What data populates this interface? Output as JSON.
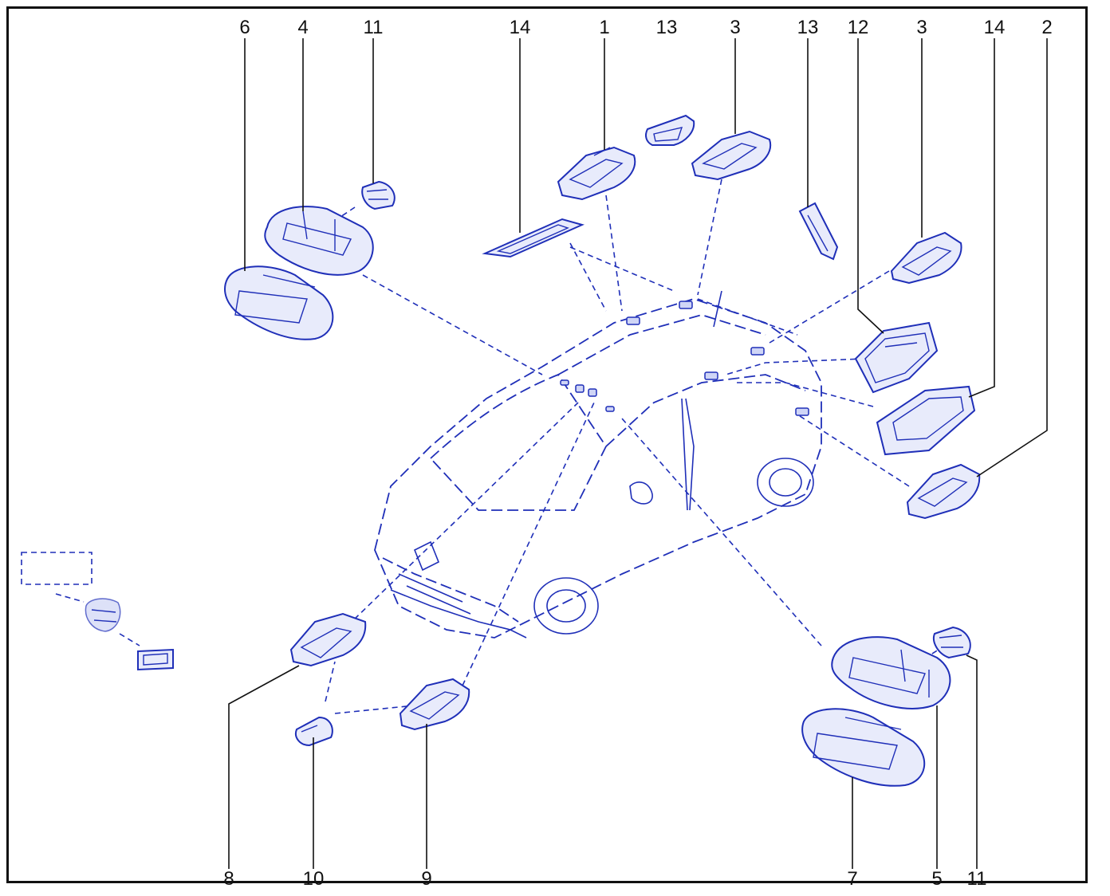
{
  "callouts": {
    "top": [
      "6",
      "4",
      "11",
      "14",
      "1",
      "13",
      "3",
      "13",
      "12",
      "3",
      "14",
      "2"
    ],
    "bottom": [
      "8",
      "10",
      "9",
      "7",
      "5",
      "11"
    ]
  },
  "colors": {
    "line": "#1f2fb8",
    "fill": "#e8ebfb",
    "text": "#111111"
  }
}
